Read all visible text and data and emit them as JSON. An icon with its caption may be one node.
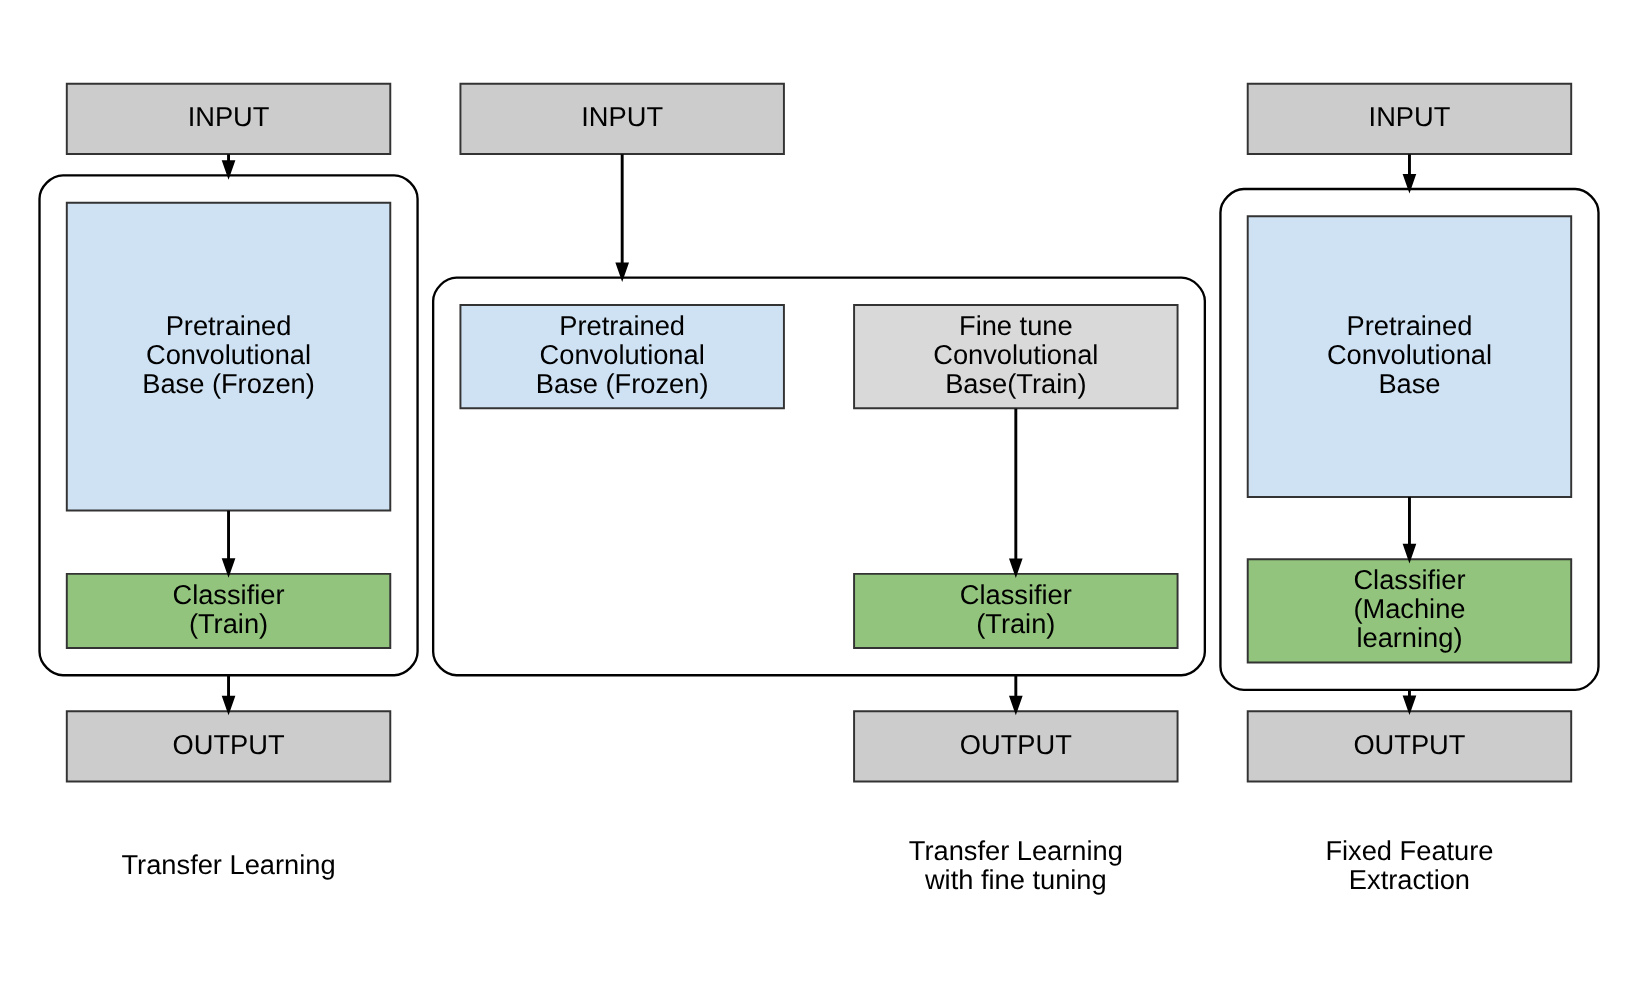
{
  "diagram": {
    "nodes": [
      {
        "text": [
          "INPUT"
        ]
      },
      {
        "text": [],
        "shape": "box"
      },
      {
        "text": [
          "Pretrained Convolutional Base (Frozen)"
        ],
        "in": 1
      },
      {
        "text": [
          "Classifier (Train)"
        ],
        "in": 1
      },
      {
        "text": [
          "OUTPUT"
        ]
      },
      {
        "text": [
          "INPUT"
        ]
      },
      {
        "text": [],
        "shape": "box"
      },
      {
        "text": [
          "Pretrained Convolutional Base (Frozen)"
        ],
        "in": 6
      },
      {
        "text": [
          "Fine tune Convolutional Base(Train)"
        ],
        "in": 6
      },
      {
        "text": [
          "Classifier (Train)"
        ],
        "in": 6
      },
      {
        "text": [
          "OUTPUT"
        ]
      },
      {
        "text": [
          "INPUT"
        ]
      },
      {
        "text": [],
        "shape": "box"
      },
      {
        "text": [
          "Pretrained Convolutional Base"
        ],
        "in": 12
      },
      {
        "text": [
          "Classifier (Machine learning)"
        ],
        "in": 12
      },
      {
        "text": [
          "OUTPUT"
        ]
      }
    ],
    "edges": [
      {
        "from": 0,
        "to": 1,
        "arrow": "to"
      },
      {
        "from": 2,
        "to": 3,
        "arrow": "to"
      },
      {
        "from": 1,
        "to": 4,
        "arrow": "to"
      },
      {
        "from": 5,
        "to": 6,
        "arrow": "to"
      },
      {
        "from": 8,
        "to": 9,
        "arrow": "to"
      },
      {
        "from": 6,
        "to": 10,
        "arrow": "to"
      },
      {
        "from": 11,
        "to": 12,
        "arrow": "to"
      },
      {
        "from": 13,
        "to": 14,
        "arrow": "to"
      },
      {
        "from": 12,
        "to": 15,
        "arrow": "to"
      }
    ],
    "labels": [
      "Transfer Learning",
      "Transfer Learning with fine tuning",
      "Fixed Feature Extraction"
    ]
  }
}
